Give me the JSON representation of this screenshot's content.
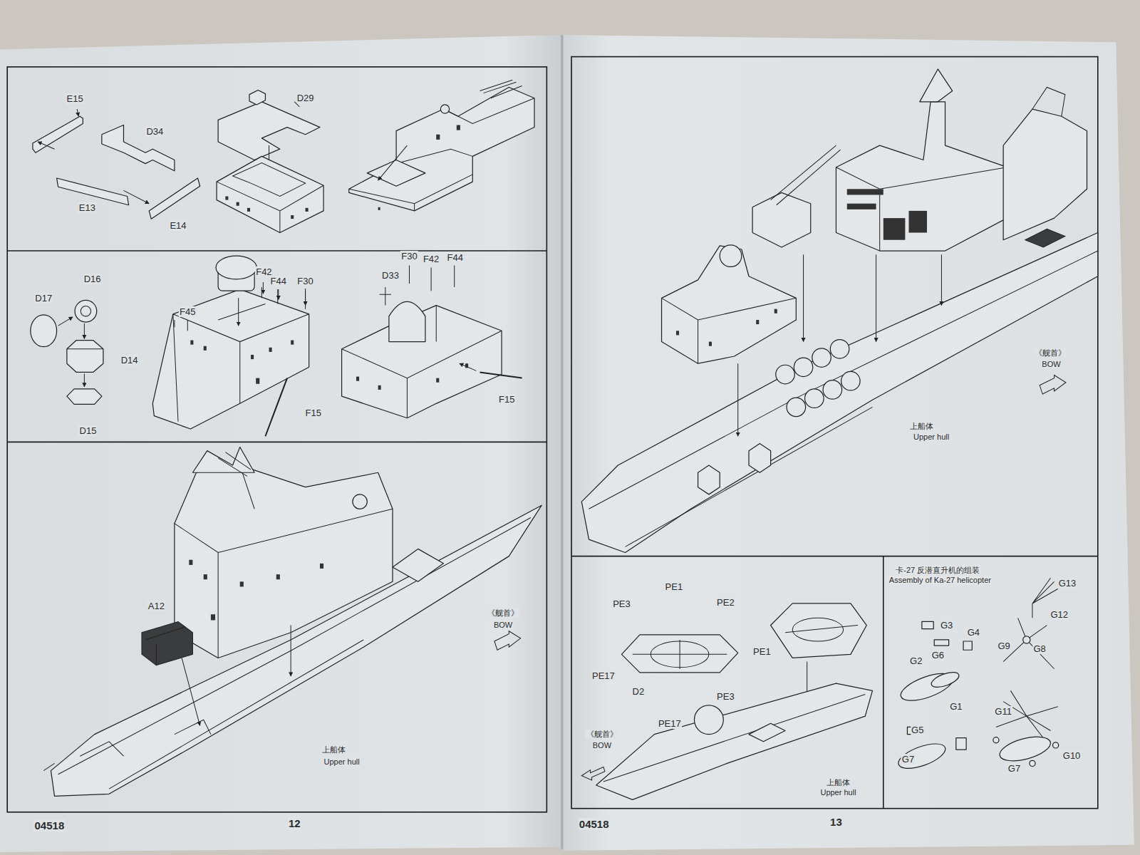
{
  "diagram": {
    "labels": [
      "E15",
      "D34",
      "D29",
      "E13",
      "E14",
      "D16",
      "F42",
      "F44",
      "F30",
      "F30",
      "F42",
      "F44",
      "D33",
      "D17",
      "F45",
      "D14",
      "F15",
      "F15",
      "D15",
      "A12",
      "《舰首》",
      "BOW",
      "上船体",
      "Upper hull",
      "04518",
      "12",
      "《舰首》",
      "BOW",
      "上船体",
      "Upper hull",
      "PE1",
      "卡-27 反潜直升机的组装",
      "Assembly of Ka-27 helicopter",
      "G13",
      "PE3",
      "PE2",
      "G12",
      "G3",
      "G4",
      "G9",
      "G8",
      "PE1",
      "G6",
      "G2",
      "PE17",
      "D2",
      "PE3",
      "G1",
      "G11",
      "PE17",
      "G5",
      "《舰首》",
      "BOW",
      "G10",
      "G7",
      "G7",
      "上船体",
      "Upper hull",
      "04518",
      "13"
    ]
  }
}
